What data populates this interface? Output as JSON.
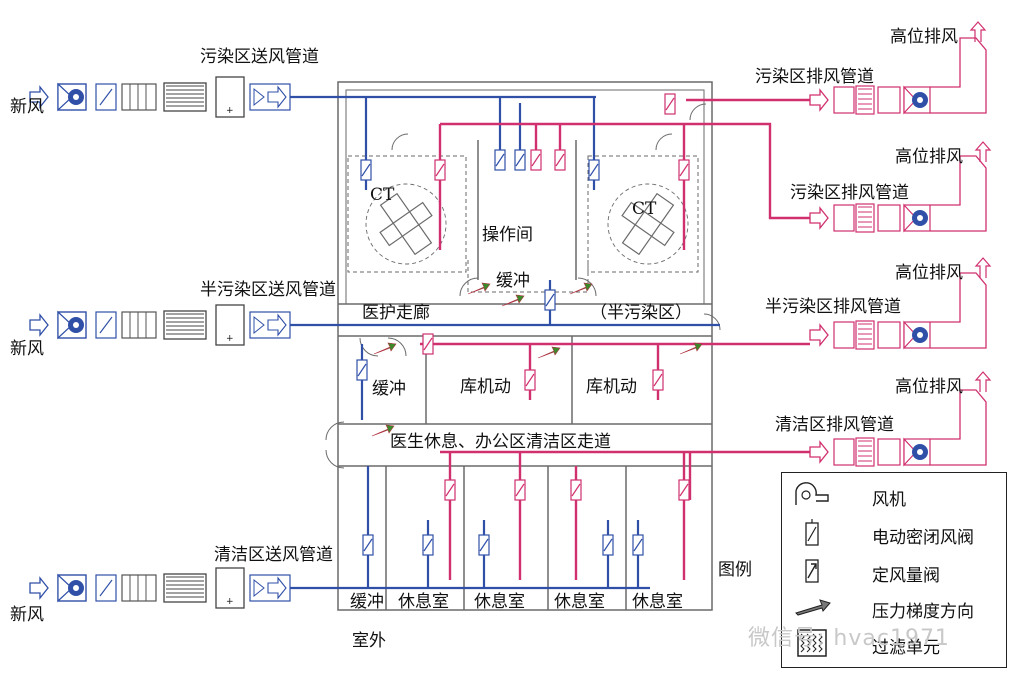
{
  "colors": {
    "supply": "#3050a8",
    "exhaust": "#d0306e",
    "structure": "#6a6a6a",
    "arrow_green": "#3a8a2a"
  },
  "supply_units": [
    {
      "intake_label": "新风",
      "duct_label": "污染区送风管道"
    },
    {
      "intake_label": "新风",
      "duct_label": "半污染区送风管道"
    },
    {
      "intake_label": "新风",
      "duct_label": "清洁区送风管道"
    }
  ],
  "exhaust_units": [
    {
      "duct_label": "污染区排风管道",
      "outlet_label": "高位排风"
    },
    {
      "duct_label": "污染区排风管道",
      "outlet_label": "高位排风"
    },
    {
      "duct_label": "半污染区排风管道",
      "outlet_label": "高位排风"
    },
    {
      "duct_label": "清洁区排风管道",
      "outlet_label": "高位排风"
    }
  ],
  "rooms": {
    "ct_left": "CT",
    "ct_right": "CT",
    "control": "操作间",
    "buffer_top": "缓冲",
    "medical_corridor": "医护走廊",
    "semi_zone": "（半污染区）",
    "buffer_mid": "缓冲",
    "storage_1": "库机动",
    "storage_2": "库机动",
    "clean_corridor": "医生休息、办公区清洁区走道",
    "buffer_bottom": "缓冲",
    "rest_rooms": [
      "休息室",
      "休息室",
      "休息室",
      "休息室"
    ],
    "outdoor": "室外",
    "legend_title": "图例"
  },
  "legend": [
    {
      "icon": "fan-icon",
      "label": "风机"
    },
    {
      "icon": "motorized-damper-icon",
      "label": "电动密闭风阀"
    },
    {
      "icon": "constant-flow-valve-icon",
      "label": "定风量阀"
    },
    {
      "icon": "pressure-arrow-icon",
      "label": "压力梯度方向"
    },
    {
      "icon": "filter-icon",
      "label": "过滤单元"
    }
  ],
  "watermark": "微信号: hvac1971"
}
